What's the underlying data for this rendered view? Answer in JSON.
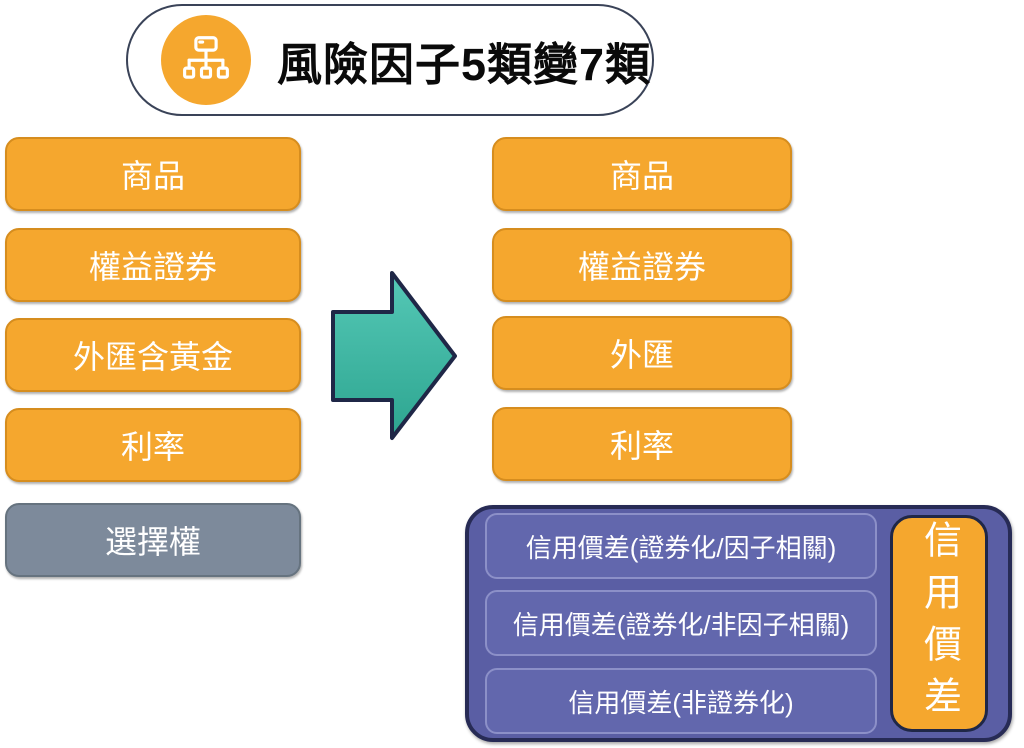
{
  "header": {
    "title": "風險因子5類變7類",
    "icon": "org-chart-icon"
  },
  "colors": {
    "orange": "#F5A72E",
    "orange_border": "#D68D1E",
    "gray": "#7D8A9B",
    "gray_border": "#66737F",
    "teal_top": "#55C8B6",
    "teal_bottom": "#2DA590",
    "teal_outline": "#1F2747",
    "purple_panel": "#5A5EA4",
    "purple_panel_border": "#272B55",
    "purple_item": "#6267AD",
    "purple_item_border": "#8C90C8"
  },
  "left_column": {
    "items": [
      {
        "label": "商品",
        "variant": "orange"
      },
      {
        "label": "權益證券",
        "variant": "orange"
      },
      {
        "label": "外匯含黃金",
        "variant": "orange"
      },
      {
        "label": "利率",
        "variant": "orange"
      },
      {
        "label": "選擇權",
        "variant": "gray"
      }
    ]
  },
  "arrow": {
    "direction": "right"
  },
  "right_column": {
    "items": [
      {
        "label": "商品"
      },
      {
        "label": "權益證券"
      },
      {
        "label": "外匯"
      },
      {
        "label": "利率"
      }
    ]
  },
  "credit_panel": {
    "rows": [
      {
        "label": "信用價差(證券化/因子相關)"
      },
      {
        "label": "信用價差(證券化/非因子相關)"
      },
      {
        "label": "信用價差(非證券化)"
      }
    ],
    "side_label": "信用價差"
  }
}
